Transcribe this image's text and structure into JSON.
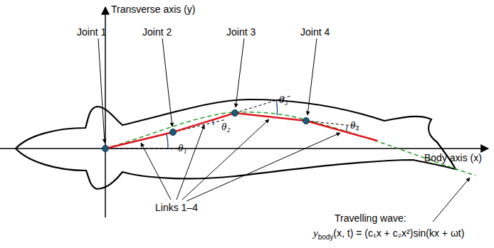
{
  "diagram": {
    "labels": [
      "Transverse axis (y)",
      "Joint 1",
      "Joint 2",
      "Joint 3",
      "Joint 4",
      "θ₁",
      "θ₂",
      "θ₃",
      "θ₄",
      "Links 1–4",
      "Body axis (x)",
      "Travelling wave:",
      "y",
      "body",
      "(x, t) = (c₁x + c₂x²)sin(kx + ωt)"
    ]
  }
}
